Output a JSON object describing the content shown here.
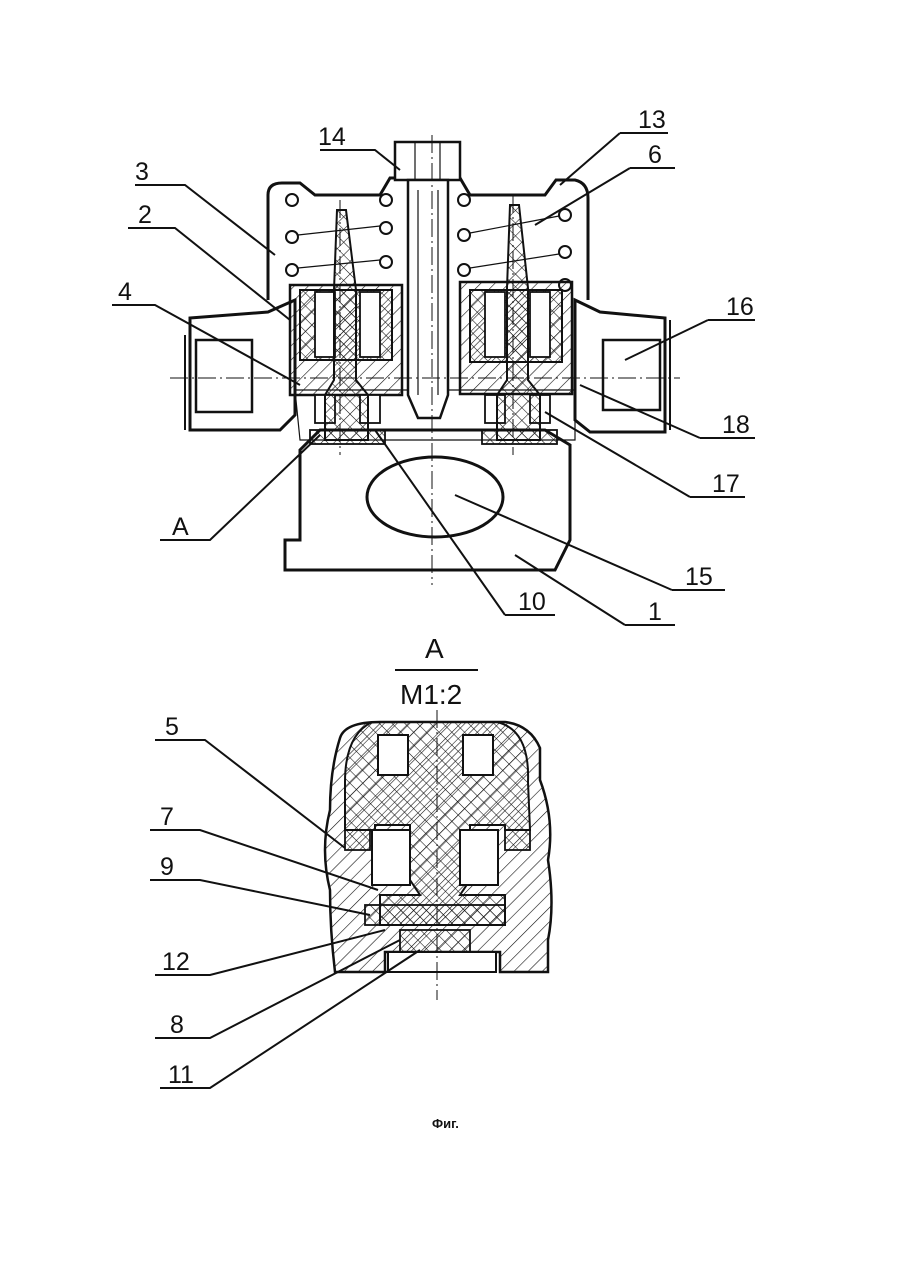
{
  "main_view": {
    "callouts": [
      "14",
      "13",
      "3",
      "6",
      "2",
      "4",
      "16",
      "18",
      "17",
      "A",
      "15",
      "10",
      "1"
    ]
  },
  "section_view": {
    "title_letter": "A",
    "scale": "M1:2",
    "callouts": [
      "5",
      "7",
      "9",
      "12",
      "8",
      "11"
    ]
  },
  "caption": "Фиг."
}
